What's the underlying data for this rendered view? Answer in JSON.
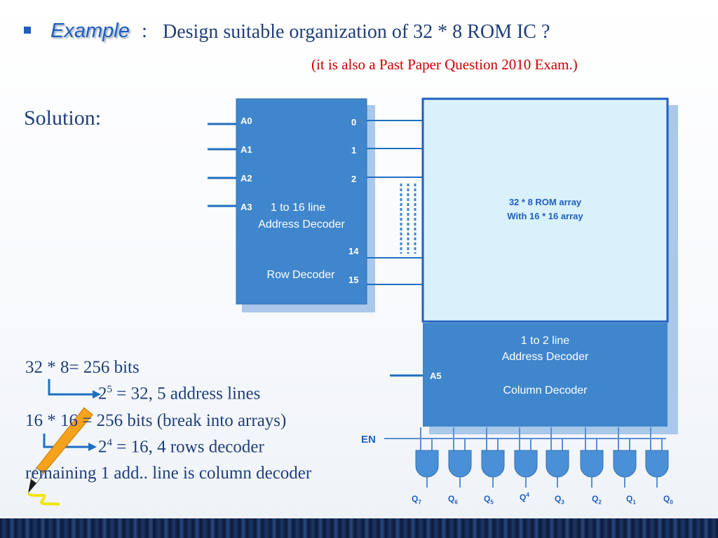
{
  "header": {
    "example_label": "Example",
    "colon": ":",
    "question": "Design suitable organization of 32 * 8 ROM IC ?",
    "note": "(it is also a Past Paper Question 2010 Exam.)"
  },
  "solution_label": "Solution:",
  "calculations": {
    "line1": "32 * 8= 256 bits",
    "line2_base": "2",
    "line2_exp": "5",
    "line2_rest": " = 32,   5 address lines",
    "line3": "16 * 16 = 256 bits (break into arrays)",
    "line4_base": "2",
    "line4_exp": "4",
    "line4_rest": " = 16, 4 rows decoder",
    "line5": "remaining 1 add.. line is column decoder"
  },
  "row_decoder": {
    "inputs": [
      "A0",
      "A1",
      "A2",
      "A3"
    ],
    "outputs": [
      "0",
      "1",
      "2",
      "14",
      "15"
    ],
    "title_line1": "1 to 16 line",
    "title_line2": "Address Decoder",
    "name": "Row Decoder"
  },
  "rom_array": {
    "line1": "32 * 8 ROM array",
    "line2": "With 16 * 16 array"
  },
  "column_decoder": {
    "input": "A5",
    "title_line1": "1 to 2 line",
    "title_line2": "Address Decoder",
    "name": "Column Decoder"
  },
  "enable_label": "EN",
  "outputs": [
    {
      "base": "Q",
      "idx": "7"
    },
    {
      "base": "Q",
      "idx": "6"
    },
    {
      "base": "Q",
      "idx": "5"
    },
    {
      "base": "Q",
      "idx": "4"
    },
    {
      "base": "Q",
      "idx": "3"
    },
    {
      "base": "Q",
      "idx": "2"
    },
    {
      "base": "Q",
      "idx": "1"
    },
    {
      "base": "Q",
      "idx": "0"
    }
  ],
  "colors": {
    "block": "#3f86cc",
    "block_shadow": "#a9c8ea",
    "rom_fill": "#d9f1fb",
    "rom_border": "#1f5fbf",
    "text_blue": "#1f3f7a",
    "accent_red": "#cc0000"
  }
}
